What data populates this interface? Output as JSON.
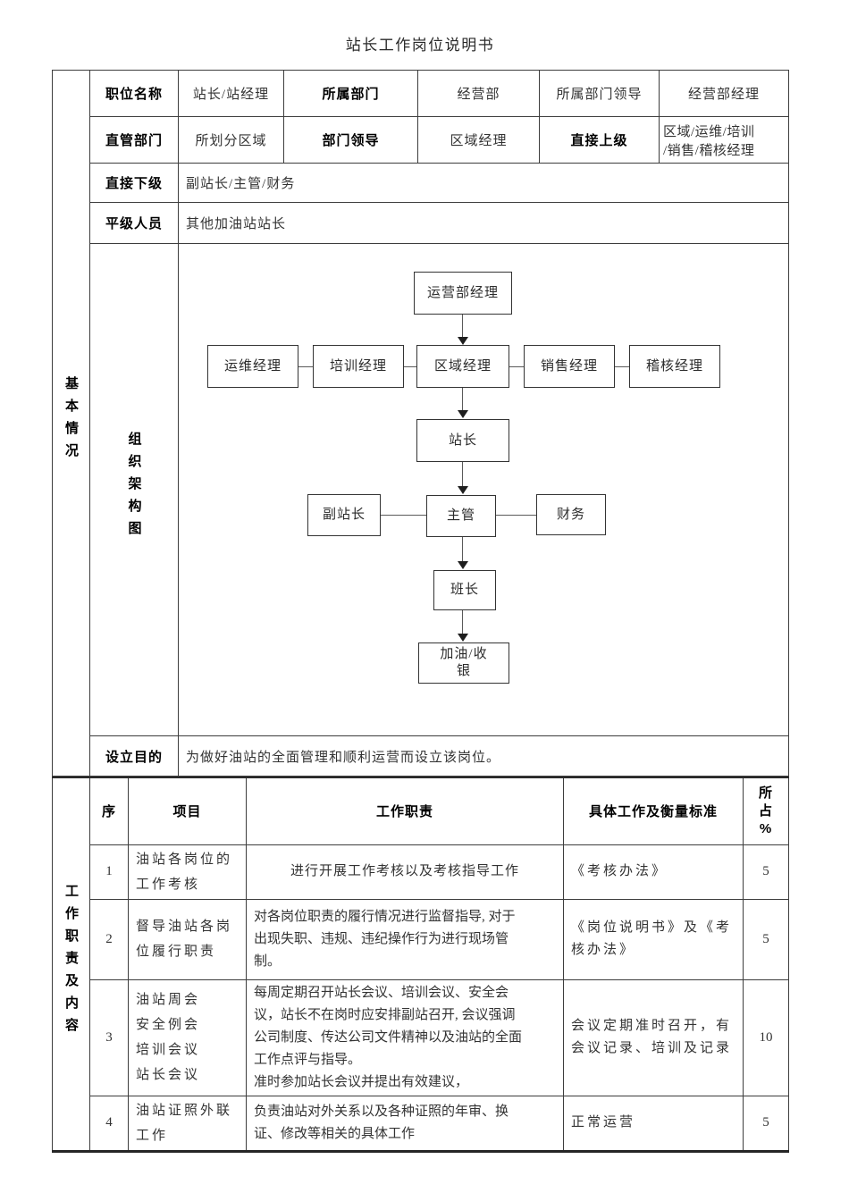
{
  "title": "站长工作岗位说明书",
  "colors": {
    "border": "#3d3d3d",
    "text": "#1d1d1d",
    "background": "#ffffff"
  },
  "basic": {
    "side_label": "基本情况",
    "r1": {
      "l1": "职位名称",
      "v1": "站长/站经理",
      "l2": "所属部门",
      "v2": "经营部",
      "l3": "所属部门领导",
      "v3": "经营部经理"
    },
    "r2": {
      "l1": "直管部门",
      "v1": "所划分区域",
      "l2": "部门领导",
      "v2": "区域经理",
      "l3": "直接上级",
      "v3": "区域/运维/培训\n/销售/稽核经理"
    },
    "r3": {
      "l": "直接下级",
      "v": "副站长/主管/财务"
    },
    "r4": {
      "l": "平级人员",
      "v": "其他加油站站长"
    },
    "org": {
      "label": "组织架构图",
      "top": "运营部经理",
      "level2": [
        "运维经理",
        "培训经理",
        "区域经理",
        "销售经理",
        "稽核经理"
      ],
      "level3": "站长",
      "level4": [
        "副站长",
        "主管",
        "财务"
      ],
      "level5": "班长",
      "level6": "加油/收\n银"
    },
    "purpose": {
      "l": "设立目的",
      "v": "为做好油站的全面管理和顺利运营而设立该岗位。"
    }
  },
  "duties": {
    "side_label": "工作职责及内容",
    "head": {
      "seq": "序",
      "item": "项目",
      "duty": "工作职责",
      "standard": "具体工作及衡量标准",
      "percent": "所\n占\n%"
    },
    "rows": [
      {
        "seq": "1",
        "item": "油站各岗位的\n工作考核",
        "duty": "进行开展工作考核以及考核指导工作",
        "standard": "《考核办法》",
        "percent": "5"
      },
      {
        "seq": "2",
        "item": "督导油站各岗\n位履行职责",
        "duty": "对各岗位职责的履行情况进行监督指导, 对于\n出现失职、违规、违纪操作行为进行现场管\n制。",
        "standard": "《岗位说明书》及《考\n核办法》",
        "percent": "5"
      },
      {
        "seq": "3",
        "item": "油站周会\n安全例会\n培训会议\n站长会议",
        "duty": "每周定期召开站长会议、培训会议、安全会\n议，站长不在岗时应安排副站召开, 会议强调\n公司制度、传达公司文件精神以及油站的全面\n工作点评与指导。\n准时参加站长会议并提出有效建议，",
        "standard": "会议定期准时召开，有\n会议记录、培训及记录",
        "percent": "10"
      },
      {
        "seq": "4",
        "item": "油站证照外联\n工作",
        "duty": "负责油站对外关系以及各种证照的年审、换\n证、修改等相关的具体工作",
        "standard": "正常运营",
        "percent": "5"
      }
    ]
  }
}
